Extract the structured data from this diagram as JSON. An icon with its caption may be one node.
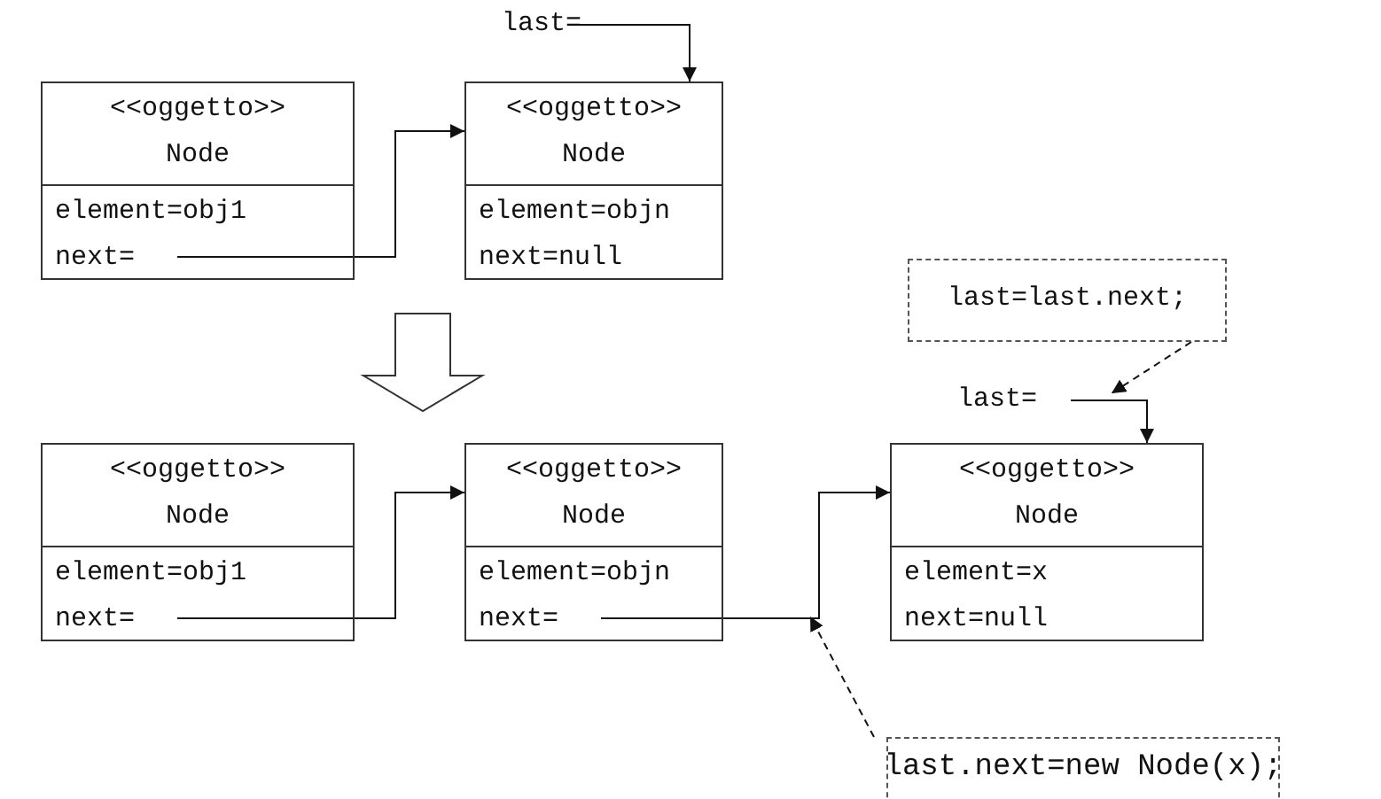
{
  "diagram": {
    "nodes": [
      {
        "text": [
          "last="
        ]
      },
      {
        "text": [
          "<<oggetto>>",
          "Node",
          "element=obj1",
          "next="
        ]
      },
      {
        "text": [
          "<<oggetto>>",
          "Node",
          "element=objn",
          "next=null"
        ]
      },
      {
        "text": [
          "last=last.next;"
        ]
      },
      {
        "text": [
          "last="
        ]
      },
      {
        "text": [
          "<<oggetto>>",
          "Node",
          "element=obj1",
          "next="
        ]
      },
      {
        "text": [
          "<<oggetto>>",
          "Node",
          "element=objn",
          "next="
        ]
      },
      {
        "text": [
          "<<oggetto>>",
          "Node",
          "element=x",
          "next=null"
        ]
      },
      {
        "text": [
          "last.next=new Node(x);"
        ]
      }
    ],
    "edges": [
      {
        "from": 1,
        "to": 2,
        "arrow": "to"
      },
      {
        "from": 0,
        "to": 2,
        "arrow": "to"
      },
      {
        "from": 3,
        "to": null,
        "arrow": "to",
        "style": "dashed"
      },
      {
        "from": 4,
        "to": 7,
        "arrow": "to"
      },
      {
        "from": 5,
        "to": 6,
        "arrow": "to"
      },
      {
        "from": 6,
        "to": 7,
        "arrow": "to"
      },
      {
        "from": 8,
        "to": null,
        "arrow": "to",
        "style": "dashed"
      }
    ]
  }
}
